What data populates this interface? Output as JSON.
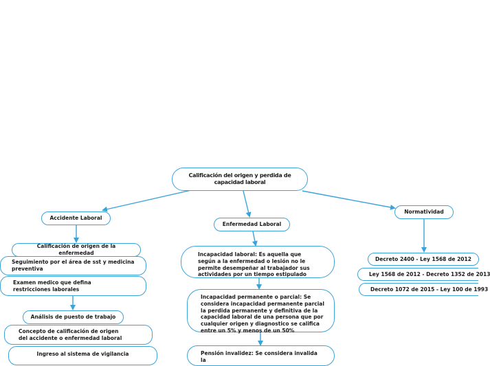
{
  "root": {
    "title": "Calificación del origen y perdida de capacidad laboral"
  },
  "branches": {
    "accidente": {
      "label": "Accidente Laboral"
    },
    "enfermedad": {
      "label": "Enfermedad Laboral"
    },
    "normatividad": {
      "label": "Normatividad"
    }
  },
  "accidente_items": {
    "calificacion": "Calificación de origen de la enfermedad",
    "seguimiento": "Seguimiento por el área de sst y medicina preventiva",
    "examen": "Examen medico que defina restricciones laborales",
    "analisis": "Análisis de puesto de trabajo",
    "concepto": "Concepto de calificación de origen del accidente o enfermedad laboral",
    "ingreso": "Ingreso al sistema de vigilancia"
  },
  "enfermedad_items": {
    "incapacidad": "Incapacidad laboral: Es aquella que según a la enfermedad o lesión no le permite desempeñar al trabajador sus actividades por un tiempo estipulado",
    "permanente": "Incapacidad permanente o parcial: Se considera incapacidad permanente parcial la perdida permanente y definitiva de la capacidad laboral de una persona que por cualquier origen y diagnostico se califica entre un 5% y menos de un 50%",
    "pension": "Pensión invalidez: Se considera invalida la"
  },
  "normatividad_items": {
    "decreto2400": "Decreto 2400 - Ley 1568 de 2012",
    "ley1568": "Ley 1568 de 2012 - Decreto 1352 de 2013",
    "decreto1072": "Decreto 1072 de 2015 - Ley 100 de 1993"
  },
  "colors": {
    "border": "#3aa3d8",
    "connector": "#3aa3d8"
  }
}
